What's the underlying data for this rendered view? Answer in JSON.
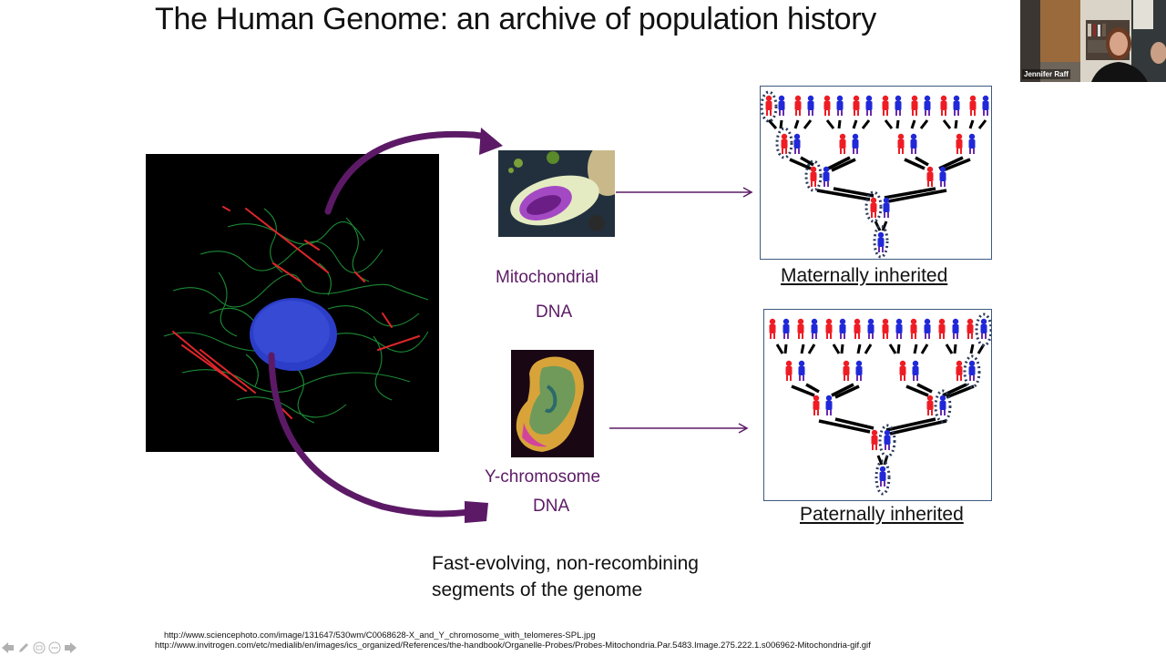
{
  "slide": {
    "title": "The Human Genome: an archive of population history",
    "labels": {
      "mito_line1": "Mitochondrial",
      "mito_line2": "DNA",
      "ychrom_line1": "Y-chromosome",
      "ychrom_line2": "DNA",
      "maternal": "Maternally inherited",
      "paternal": "Paternally inherited"
    },
    "body_text_line1": "Fast-evolving, non-recombining",
    "body_text_line2": "segments of the genome",
    "citations": [
      "http://www.sciencephoto.com/image/131647/530wm/C0068628-X_and_Y_chromosome_with_telomeres-SPL.jpg",
      "http://www.invitrogen.com/etc/medialib/en/images/ics_organized/References/the-handbook/Organelle-Probes/Probes-Mitochondria.Par.5483.Image.275.222.1.s006962-Mitochondria-gif.gif"
    ],
    "images": {
      "cell": "fluorescence-microscopy-cell",
      "mitochondrion": "mitochondrion-illustration",
      "y_chromosome": "y-chromosome-micrograph"
    },
    "colors": {
      "accent_purple": "#5c1a66",
      "female": "#ee1c24",
      "male": "#2028d8",
      "tree_border": "#3d5a80"
    }
  },
  "webcam": {
    "participant_name": "Jennifer Raff"
  },
  "toolbar": {
    "icons": [
      "previous-arrow-icon",
      "pen-icon",
      "slides-icon",
      "more-icon",
      "next-arrow-icon"
    ]
  }
}
